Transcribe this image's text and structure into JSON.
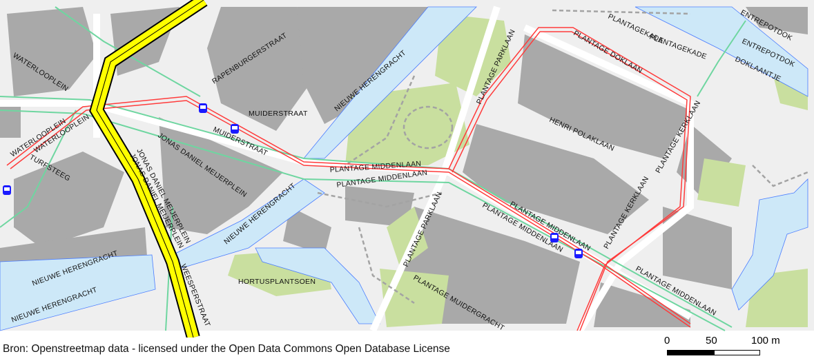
{
  "labels": {
    "waterlooplein_1": "WATERLOOPLEIN",
    "waterlooplein_2": "WATERLOOPLEIN",
    "waterlooplein_3": "WATERLOOPLEIN",
    "rapenburgerstraat": "RAPENBURGERSTRAAT",
    "nieuwe_herengracht_1": "NIEUWE HERENGRACHT",
    "nieuwe_herengracht_2": "NIEUWE HERENGRACHT",
    "nieuwe_herengracht_3": "NIEUWE HERENGRACHT",
    "nieuwe_herengracht_4": "NIEUWE HERENGRACHT",
    "muiderstraat_1": "MUIDERSTRAAT",
    "muiderstraat_2": "MUIDERSTRAAT",
    "jdm_1": "JONAS DANIEL MEIJERPLEIN",
    "jdm_2": "JONAS DANIEL MEIJERPLEIN",
    "jdm_3": "JONAS DANIEL MEIJERPLEIN",
    "turfsteeg": "TURFSTEEG",
    "weesperstraat": "WEESPERSTRAAT",
    "hortusplantsoen": "HORTUSPLANTSOEN",
    "pm_1": "PLANTAGE MIDDENLAAN",
    "pm_2": "PLANTAGE MIDDENLAAN",
    "pm_3": "PLANTAGE MIDDENLAAN",
    "pm_4": "PLANTAGE MIDDENLAAN",
    "pm_5": "PLANTAGE MIDDENLAAN",
    "pp_1": "PLANTAGE PARKLAAN",
    "pp_2": "PLANTAGE PARKLAAN",
    "muidergracht": "PLANTAGE MUIDERGRACHT",
    "doklaan": "PLANTAGE DOKLAAN",
    "plantagekade_1": "PLANTAGEKADE",
    "plantagekade_2": "PLANTAGEKADE",
    "entrepotdok_1": "ENTREPOTDOK",
    "entrepotdok_2": "ENTREPOTDOK",
    "doklaantje": "DOKLAANTJE",
    "henri_polaklaan": "HENRI POLAKLAAN",
    "kerklaan_1": "PLANTAGE KERKLAAN",
    "kerklaan_2": "PLANTAGE KERKLAAN"
  },
  "icons": {
    "tram_stop": "tram-icon"
  },
  "attribution": "Bron: Openstreetmap data - licensed under the Open Data Commons Open Database License",
  "scale_bar": {
    "ticks": [
      "0",
      "50",
      "100 m"
    ]
  },
  "colors": {
    "background": "#efefef",
    "building": "#a9a9a9",
    "water": "#cde8f8",
    "park": "#c9df9f",
    "tram": "#ff3b3b",
    "cycle": "#6ed6a0",
    "main_road": "#ffff00"
  }
}
